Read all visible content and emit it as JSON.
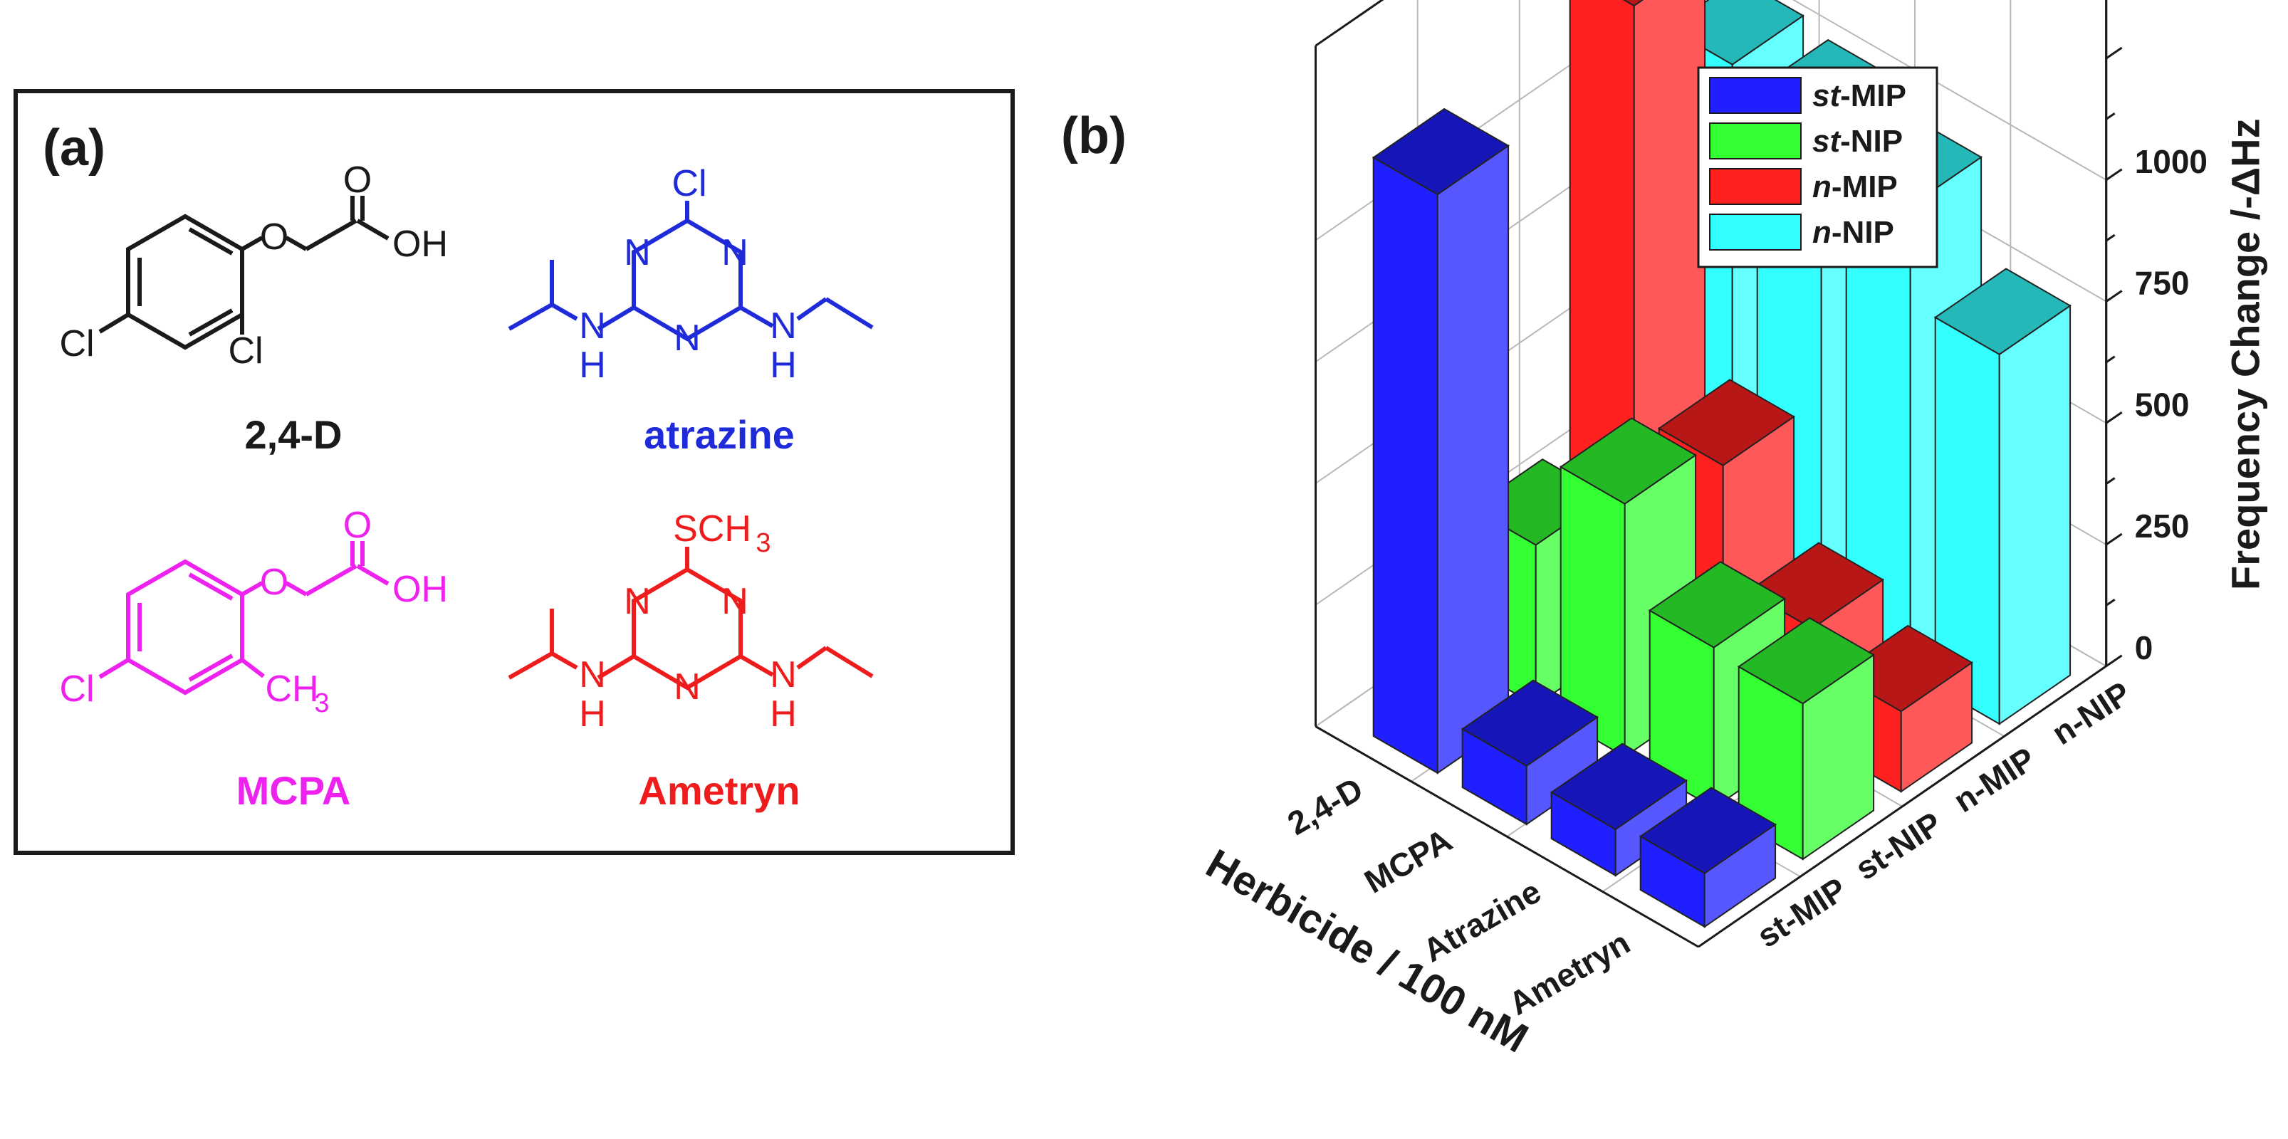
{
  "panel_a": {
    "label": "(a)",
    "compounds": [
      {
        "name": "2,4-D",
        "color": "#1a1a1a",
        "atoms": [
          "O",
          "O",
          "OH",
          "Cl",
          "Cl"
        ]
      },
      {
        "name": "atrazine",
        "color": "#1f2bd9",
        "atoms": [
          "Cl",
          "N",
          "N",
          "N",
          "N",
          "H",
          "N",
          "H"
        ]
      },
      {
        "name": "MCPA",
        "color": "#ee22ee",
        "atoms": [
          "O",
          "O",
          "OH",
          "Cl",
          "CH",
          "3"
        ]
      },
      {
        "name": "Ametryn",
        "color": "#ee1c1c",
        "atoms": [
          "SCH",
          "3",
          "N",
          "N",
          "N",
          "N",
          "H",
          "N",
          "H"
        ]
      }
    ]
  },
  "panel_b": {
    "label": "(b)"
  },
  "chart_data": {
    "type": "bar",
    "subtype": "3d-grouped-bar",
    "categories": [
      "2,4-D",
      "MCPA",
      "Atrazine",
      "Ametryn"
    ],
    "depth_labels": [
      "st-MIP",
      "st-NIP",
      "n-MIP",
      "n-NIP"
    ],
    "series": [
      {
        "name": "st-MIP",
        "name_parts": [
          "st",
          "-MIP"
        ],
        "color": "#1f1fff",
        "values": [
          1190,
          120,
          95,
          110
        ]
      },
      {
        "name": "st-NIP",
        "name_parts": [
          "st",
          "-NIP"
        ],
        "color": "#33ff33",
        "values": [
          330,
          520,
          330,
          320
        ]
      },
      {
        "name": "n-MIP",
        "name_parts": [
          "n",
          "-MIP"
        ],
        "color": "#ff2020",
        "values": [
          1300,
          460,
          230,
          165
        ]
      },
      {
        "name": "n-NIP",
        "name_parts": [
          "n",
          "-NIP"
        ],
        "color": "#33ffff",
        "values": [
          1040,
          1020,
          960,
          760
        ]
      }
    ],
    "zlabel": "Frequency Change /-ΔHz",
    "xlabel": "Herbicide / 100 nM",
    "zticks": [
      0,
      250,
      500,
      750,
      1000
    ],
    "zlim": [
      0,
      1400
    ],
    "grid": true,
    "legend": "top-right"
  }
}
